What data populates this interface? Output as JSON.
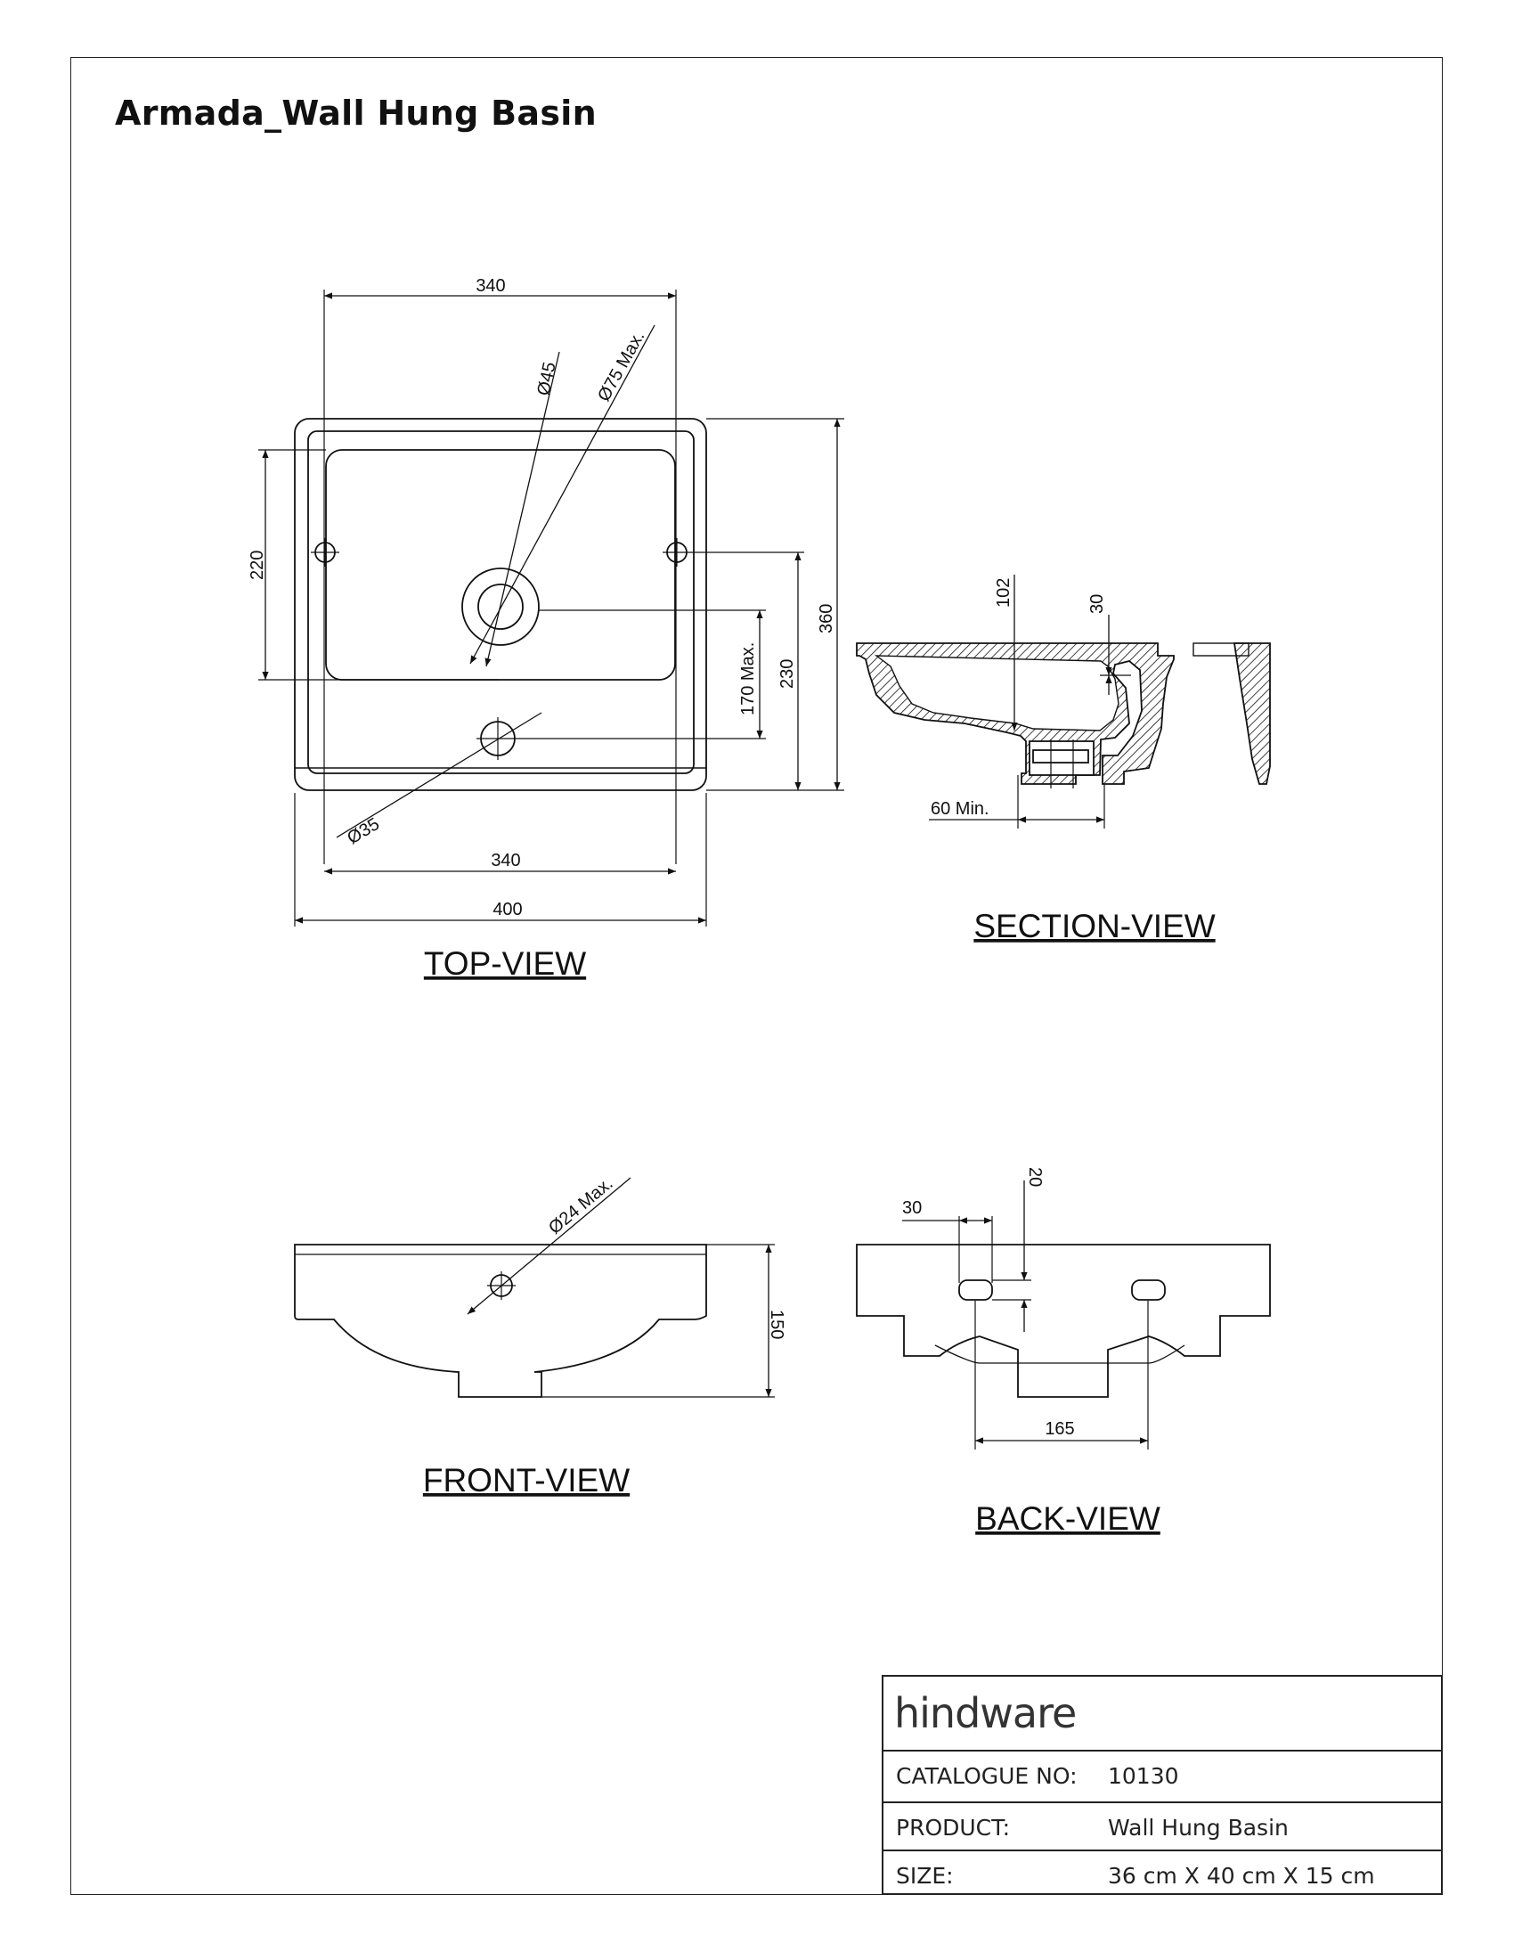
{
  "title": "Armada_Wall Hung Basin",
  "views": {
    "top": {
      "label": "TOP-VIEW",
      "dims": {
        "width_top": "340",
        "hole_45": "Ø45",
        "hole_75": "Ø75 Max.",
        "height_220": "220",
        "depth_360": "360",
        "depth_230": "230",
        "drain_170": "170 Max.",
        "hole_35": "Ø35",
        "width_bottom": "340",
        "width_400": "400"
      }
    },
    "section": {
      "label": "SECTION-VIEW",
      "dims": {
        "depth_102": "102",
        "rim_30": "30",
        "waste_60": "60 Min."
      }
    },
    "front": {
      "label": "FRONT-VIEW",
      "dims": {
        "hole_24": "Ø24 Max.",
        "height_150": "150"
      }
    },
    "back": {
      "label": "BACK-VIEW",
      "dims": {
        "slot_30": "30",
        "slot_20": "20",
        "spacing_165": "165"
      }
    }
  },
  "titleblock": {
    "brand": "hindware",
    "rows": [
      {
        "key": "CATALOGUE NO:",
        "value": "10130"
      },
      {
        "key": "PRODUCT:",
        "value": "Wall Hung Basin"
      },
      {
        "key": "SIZE:",
        "value": "36 cm X 40 cm X 15 cm"
      }
    ]
  }
}
